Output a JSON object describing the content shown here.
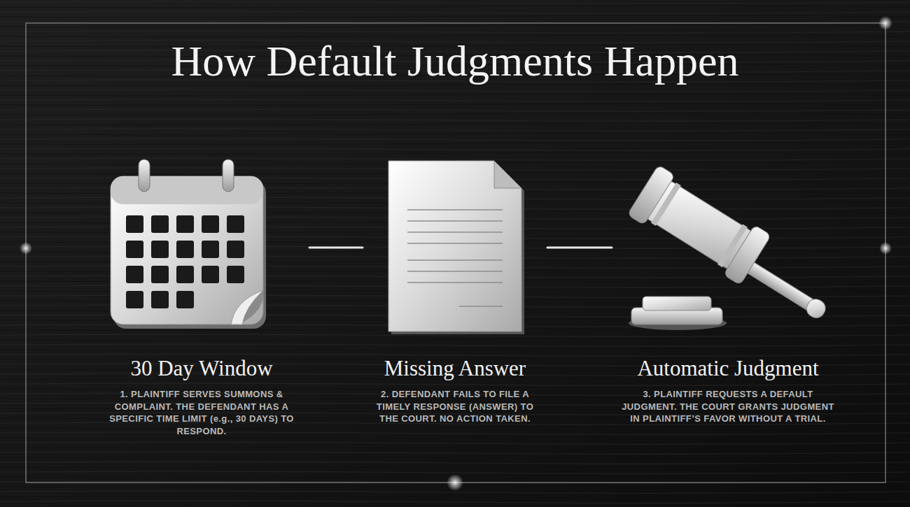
{
  "diagram": {
    "title": "How Default Judgments Happen",
    "nodes": [
      {
        "text": [
          "30 Day Window",
          "1. PLAINTIFF SERVES SUMMONS & COMPLAINT. THE DEFENDANT HAS A SPECIFIC TIME LIMIT (e.g., 30 DAYS) TO RESPOND."
        ]
      },
      {
        "text": [
          "Missing Answer",
          "2. DEFENDANT FAILS TO FILE A TIMELY RESPONSE (ANSWER) TO THE COURT. NO ACTION TAKEN."
        ]
      },
      {
        "text": [
          "Automatic Judgment",
          "3. PLAINTIFF REQUESTS A DEFAULT JUDGMENT. THE COURT GRANTS JUDGMENT IN PLAINTIFF’S FAVOR WITHOUT A TRIAL."
        ]
      }
    ],
    "edges": [
      {
        "from": 0,
        "to": 1,
        "arrow": "none"
      },
      {
        "from": 1,
        "to": 2,
        "arrow": "none"
      }
    ]
  }
}
